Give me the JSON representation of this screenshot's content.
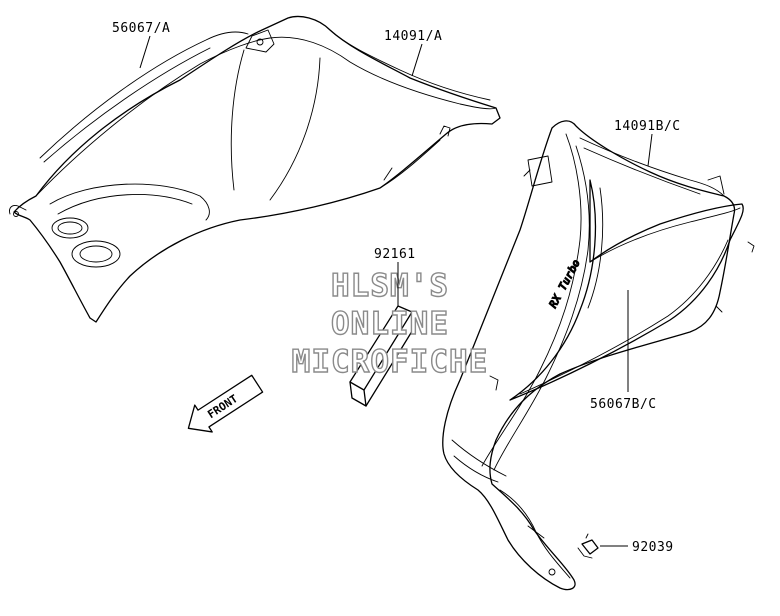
{
  "labels": {
    "part_56067_a": "56067/A",
    "part_14091_a": "14091/A",
    "part_14091_bc": "14091B/C",
    "part_92161": "92161",
    "part_56067_bc": "56067B/C",
    "part_92039": "92039"
  },
  "front_arrow": "FRONT",
  "watermark": {
    "line1": "HLSM'S",
    "line2": "ONLINE",
    "line3": "MICROFICHE"
  },
  "colors": {
    "line": "#000000",
    "watermark_outline": "#8a8a8a",
    "background": "#ffffff"
  }
}
